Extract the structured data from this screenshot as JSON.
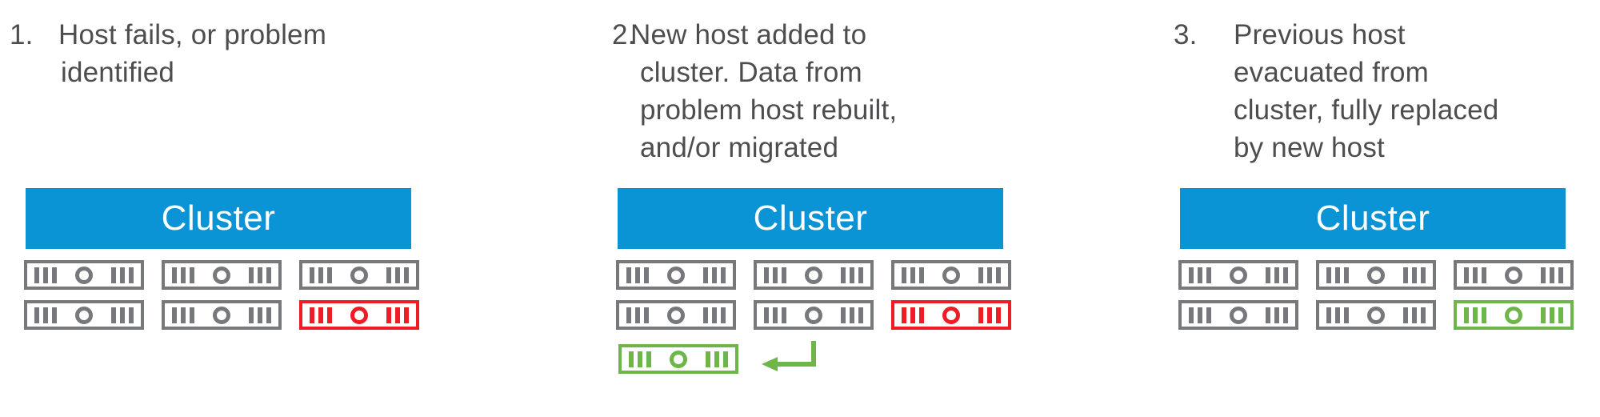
{
  "colors": {
    "blue": "#0a93d5",
    "gray": "#77787b",
    "red": "#ee1c25",
    "green": "#6fb64a",
    "text": "#4d4d4f",
    "white": "#ffffff"
  },
  "cluster_label": "Cluster",
  "steps": [
    {
      "number": "1.",
      "lines": [
        "Host fails, or problem",
        "identified"
      ],
      "hosts": [
        "gray",
        "gray",
        "gray",
        "gray",
        "gray",
        "red"
      ]
    },
    {
      "number": "2.",
      "lines": [
        "New host added to",
        "cluster. Data from",
        "problem host rebuilt,",
        "and/or migrated"
      ],
      "hosts": [
        "gray",
        "gray",
        "gray",
        "gray",
        "gray",
        "red"
      ],
      "new_host": "green",
      "arrow": "return-left-arrow"
    },
    {
      "number": "3.",
      "lines": [
        "Previous host",
        "evacuated from",
        "cluster, fully replaced",
        "by new host"
      ],
      "hosts": [
        "gray",
        "gray",
        "gray",
        "gray",
        "gray",
        "green"
      ]
    }
  ]
}
